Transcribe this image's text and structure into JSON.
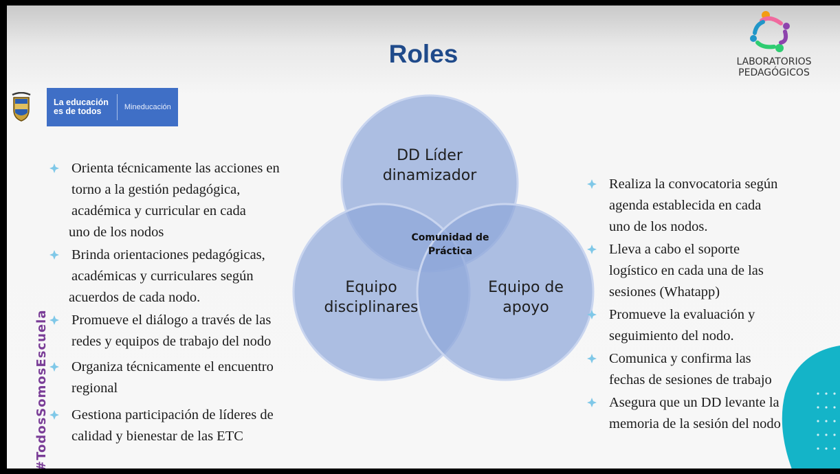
{
  "title": "Roles",
  "brand": {
    "logo_text_line1": "LABORATORIOS",
    "logo_text_line2": "PEDAGÓGICOS",
    "banner_text": "La educación\nes de todos",
    "banner_sub": "Mineducación"
  },
  "hashtag": "#TodosSomosEscuela",
  "venn": {
    "top_label_line1": "DD Líder",
    "top_label_line2": "dinamizador",
    "left_label_line1": "Equipo",
    "left_label_line2": "disciplinares",
    "right_label_line1": "Equipo de",
    "right_label_line2": "apoyo",
    "center_line1": "Comunidad de",
    "center_line2": "Práctica",
    "circle_color": "#8fa7d9"
  },
  "left_bullets": [
    {
      "lines": [
        "Orienta técnicamente las acciones en",
        "torno a la gestión pedagógica,",
        "académica y curricular en cada",
        "uno de los nodos"
      ]
    },
    {
      "lines": [
        "Brinda orientaciones pedagógicas,",
        "académicas y curriculares según",
        "acuerdos de cada nodo."
      ]
    },
    {
      "lines": [
        "Promueve el diálogo a través de las",
        "redes y equipos de trabajo del nodo"
      ]
    },
    {
      "lines": [
        "Organiza técnicamente el encuentro",
        "regional"
      ]
    },
    {
      "lines": [
        "Gestiona participación de líderes de",
        "calidad y bienestar de las ETC"
      ]
    }
  ],
  "right_bullets": [
    {
      "lines": [
        "Realiza la convocatoria según",
        "agenda establecida en cada",
        "uno de los nodos."
      ]
    },
    {
      "lines": [
        "Lleva a cabo el soporte",
        "logístico en cada una de las",
        "sesiones (Whatapp)"
      ]
    },
    {
      "lines": [
        "Promueve la evaluación y",
        "seguimiento del nodo."
      ]
    },
    {
      "lines": [
        "Comunica y confirma las",
        "fechas de sesiones de trabajo"
      ]
    },
    {
      "lines": [
        "Asegura que un DD levante la",
        "memoria de la sesión del nodo"
      ]
    }
  ],
  "colors": {
    "title": "#1f4a8a",
    "bullet_diamond": "#7fc8e8",
    "hashtag": "#7a3d97",
    "teal_accent": "#14b4c8"
  }
}
